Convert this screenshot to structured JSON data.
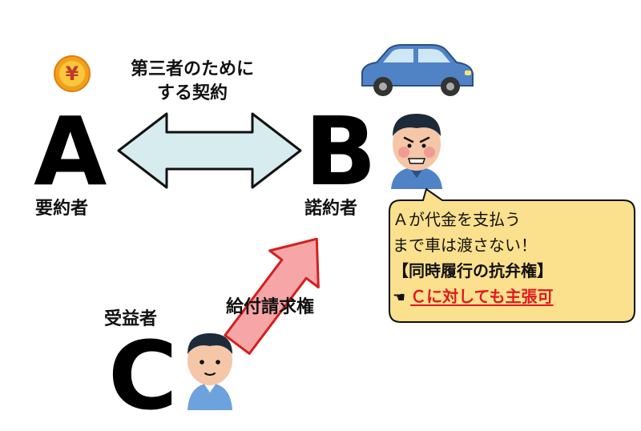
{
  "arrow_label": [
    "第三者のために",
    "する契約"
  ],
  "parties": {
    "a": {
      "letter": "A",
      "role": "要約者"
    },
    "b": {
      "letter": "B",
      "role": "諾約者"
    },
    "c": {
      "letter": "C",
      "role": "受益者"
    }
  },
  "claim_label": "給付請求権",
  "coin_symbol": "¥",
  "speech": {
    "line1": "Ａが代金を支払う",
    "line2": "まで車は渡さない！",
    "line3": "【同時履行の抗弁権】",
    "hand_icon": "☚",
    "line4": "Ｃに対しても主張可"
  },
  "colors": {
    "arrow_fill": "#d6ecee",
    "bubble_fill": "#fbe08e",
    "claim_arrow": "#f6a6a6",
    "emphasis_red": "#e0191f",
    "car": "#4f83c6"
  }
}
